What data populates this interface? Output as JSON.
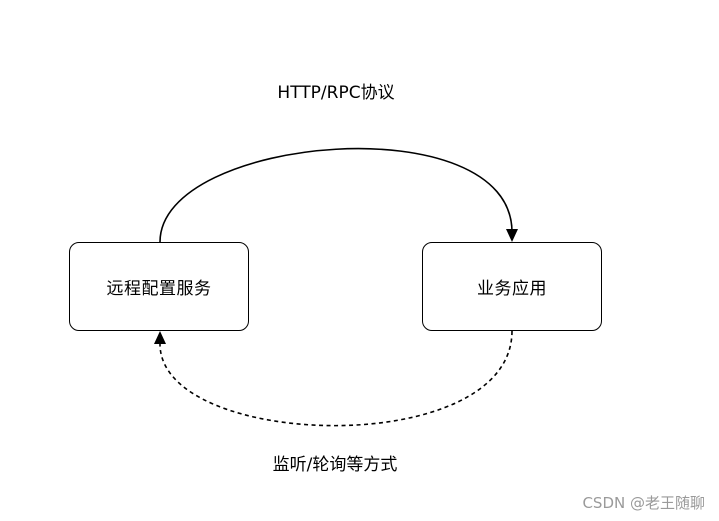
{
  "nodes": {
    "remote_config_service": "远程配置服务",
    "business_app": "业务应用"
  },
  "edges": {
    "push_label": "HTTP/RPC协议",
    "pull_label": "监听/轮询等方式"
  },
  "watermark": "CSDN @老王随聊"
}
